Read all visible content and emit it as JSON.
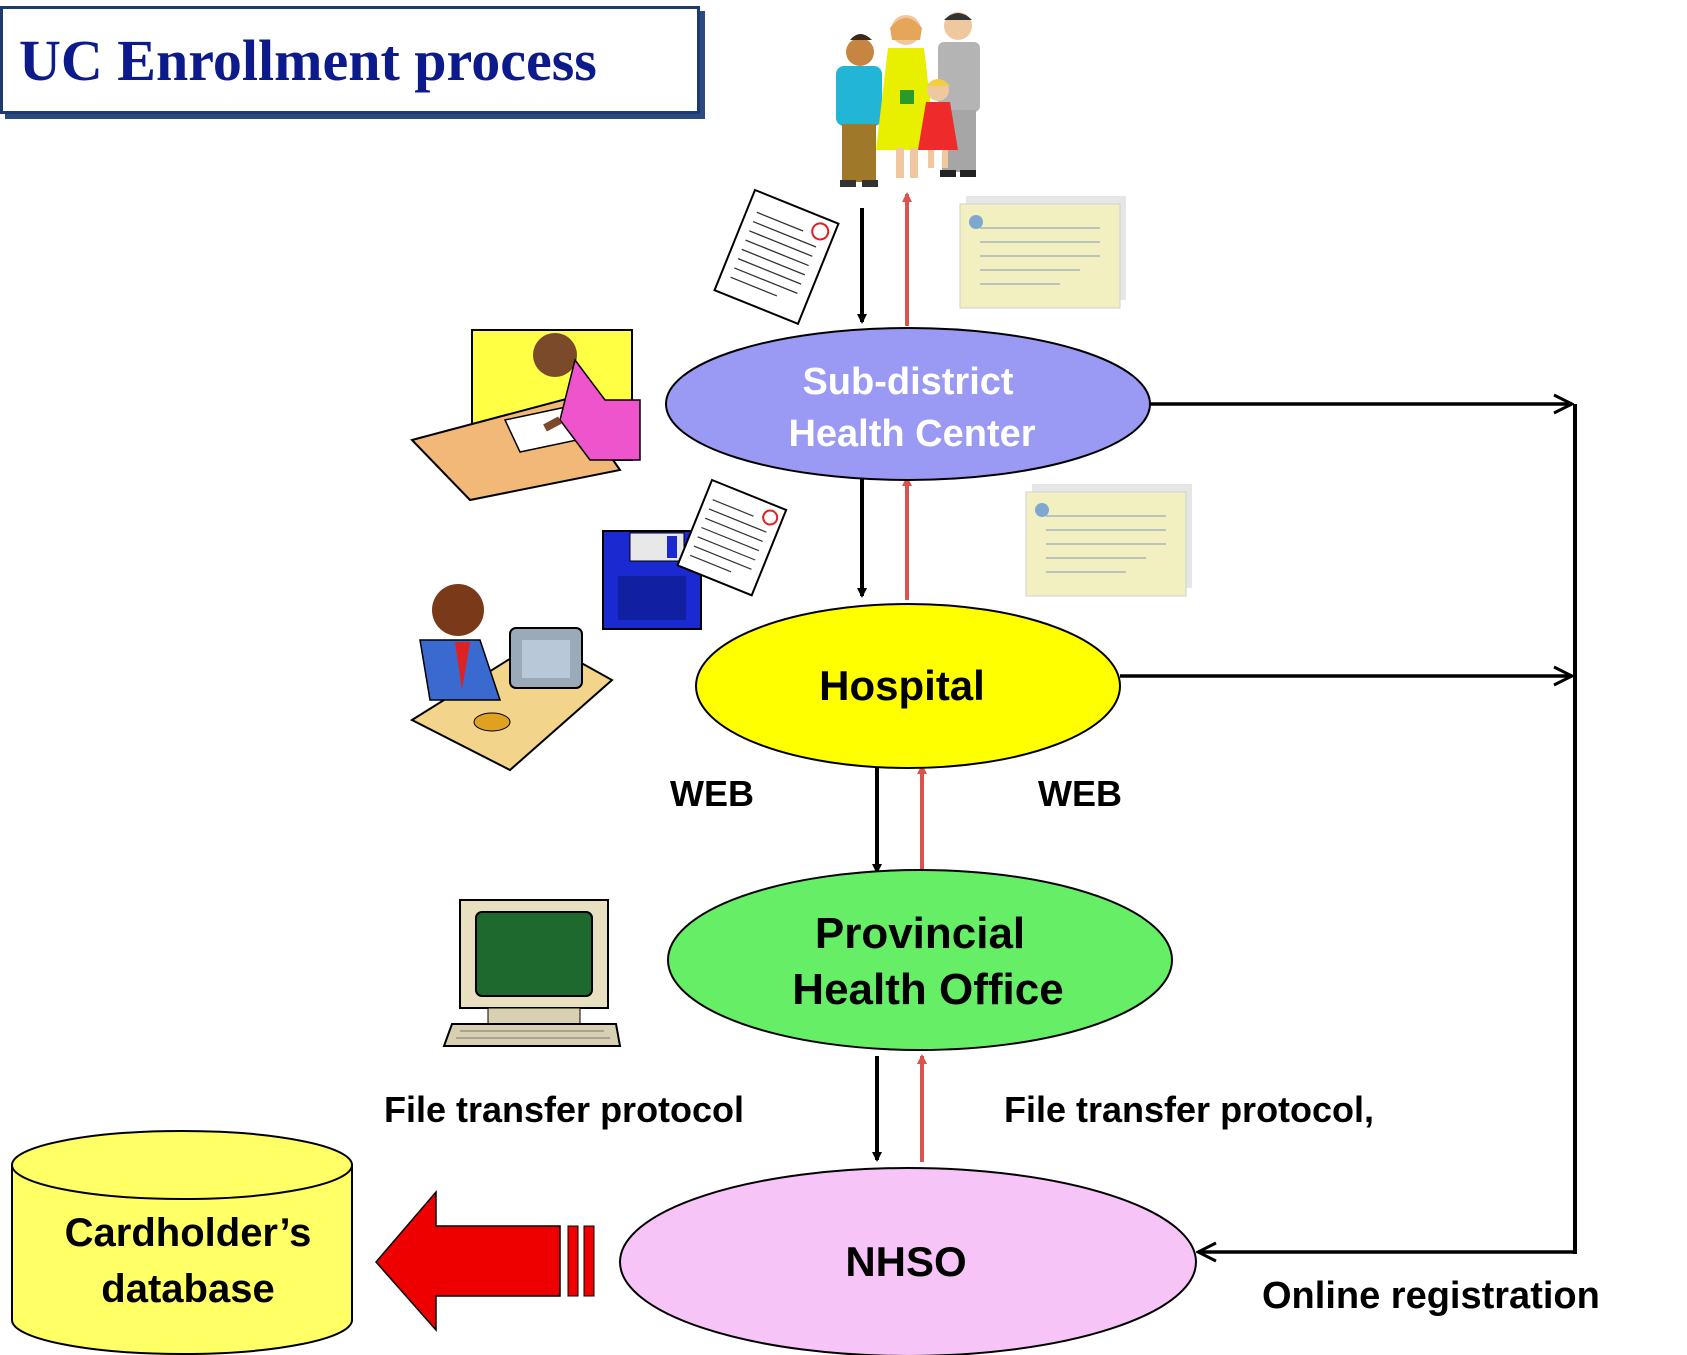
{
  "title": "UC Enrollment  process",
  "nodes": {
    "subdistrict_line1": "Sub-district",
    "subdistrict_line2": "Health Center",
    "hospital": "Hospital",
    "provincial_line1": "Provincial",
    "provincial_line2": "Health Office",
    "nhso": "NHSO",
    "database_line1": "Cardholder’s",
    "database_line2": "database"
  },
  "edge_labels": {
    "web_left": "WEB",
    "web_right": "WEB",
    "ftp_left": "File transfer protocol",
    "ftp_right": "File transfer protocol,",
    "online_registration": "Online registration"
  },
  "colors": {
    "title_text": "#0d1a8c",
    "subdistrict_fill": "#9a9af5",
    "hospital_fill": "#ffff00",
    "provincial_fill": "#66ee66",
    "nhso_fill": "#f6c4f6",
    "database_fill": "#ffff66",
    "upward_arrow": "#d9534f",
    "big_arrow": "#ee0000"
  },
  "icons": [
    "family-icon",
    "application-form-icon",
    "id-card-icon",
    "woman-writing-icon",
    "floppy-disk-icon",
    "man-at-computer-icon",
    "computer-terminal-icon",
    "database-cylinder-icon"
  ]
}
